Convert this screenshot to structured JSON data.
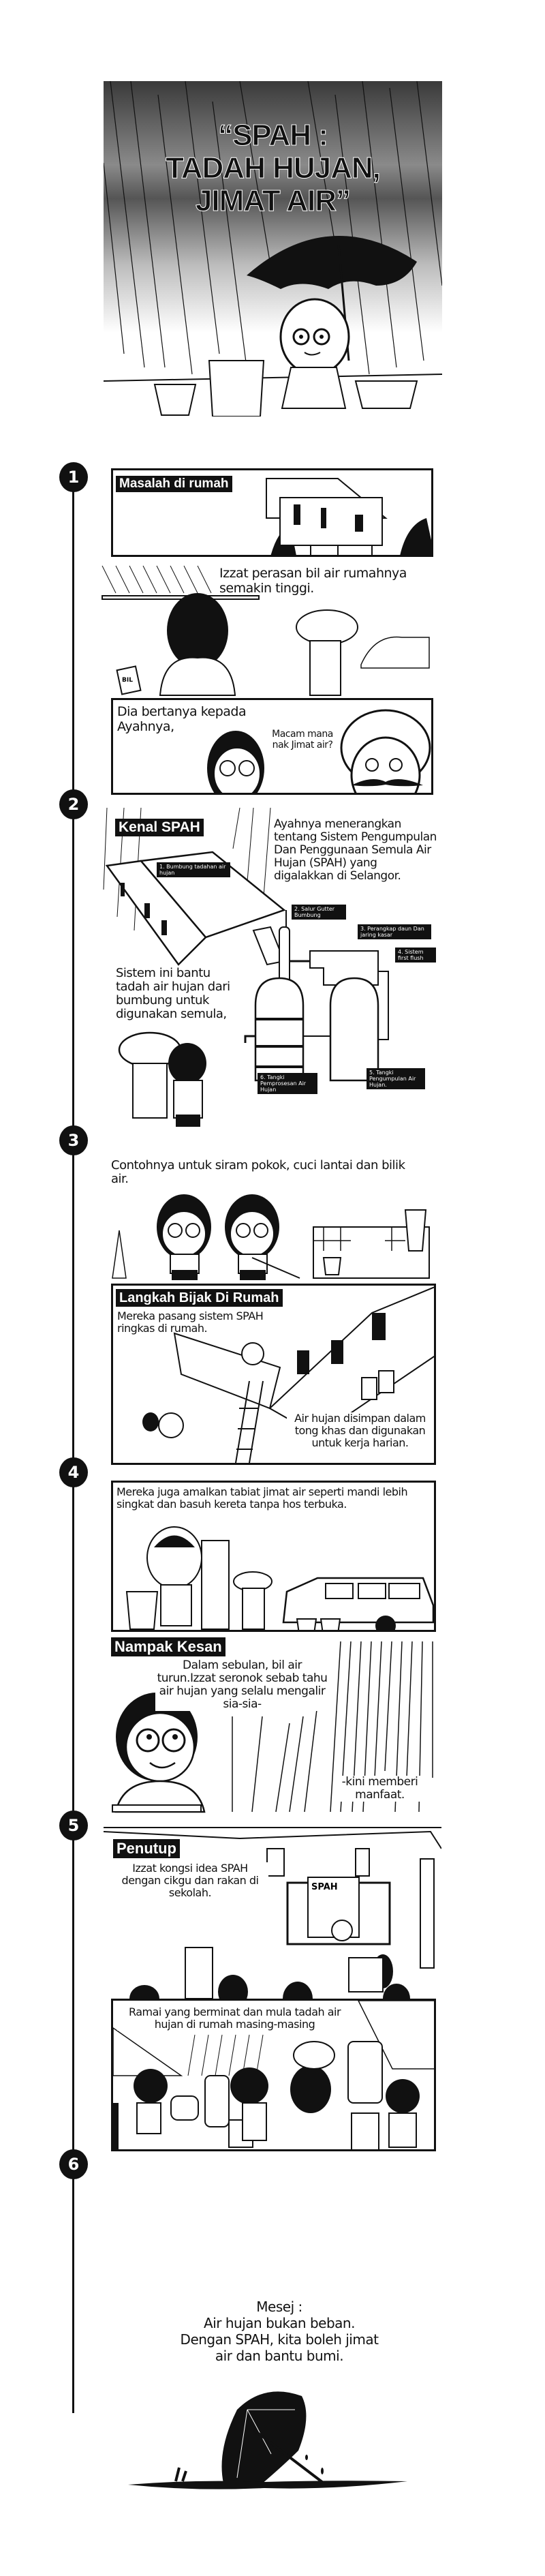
{
  "cover": {
    "title_line1": "“SPAH :",
    "title_line2": "TADAH HUJAN,",
    "title_line3": "JIMAT AIR”"
  },
  "steps": [
    "1",
    "2",
    "3",
    "4",
    "5",
    "6"
  ],
  "section1": {
    "label": "Masalah di rumah",
    "caption": "Izzat perasan bil air rumahnya semakin tinggi.",
    "bill_tag": "BIL",
    "ask_caption": "Dia bertanya kepada Ayahnya,",
    "speech": "Macam mana nak Jimat air?"
  },
  "section2": {
    "label": "Kenal SPAH",
    "explain": "Ayahnya menerangkan tentang Sistem Pengumpulan Dan Penggunaan Semula Air Hujan (SPAH) yang digalakkan di Selangor.",
    "parts": [
      "1. Bumbung tadahan air hujan",
      "2. Salur Gutter Bumbung",
      "3. Perangkap daun Dan jaring kasar",
      "4. Sistem first flush",
      "5. Tangki Pengumpulan Air Hujan.",
      "6. Tangki Pemprosesan Air Hujan"
    ],
    "system_caption": "Sistem ini bantu tadah air hujan dari bumbung untuk digunakan semula,"
  },
  "section3": {
    "examples": "Contohnya untuk siram pokok, cuci lantai dan bilik air.",
    "label": "Langkah Bijak Di Rumah",
    "install": "Mereka pasang sistem SPAH ringkas di rumah.",
    "stored": "Air hujan disimpan dalam tong khas dan digunakan untuk kerja harian."
  },
  "section4": {
    "habits": "Mereka juga amalkan tabiat jimat air seperti mandi lebih singkat dan basuh kereta tanpa hos terbuka.",
    "label": "Nampak Kesan",
    "result": "Dalam sebulan, bil air turun.Izzat seronok sebab tahu air hujan yang selalu mengalir sia-sia-",
    "benefit": "-kini memberi manfaat."
  },
  "section5": {
    "label": "Penutup",
    "share": "Izzat kongsi idea SPAH dengan cikgu dan rakan di sekolah.",
    "board": "SPAH",
    "many": "Ramai yang berminat dan mula tadah air hujan di rumah masing-masing"
  },
  "section6": {
    "heading": "Mesej :",
    "line1": "Air hujan bukan beban.",
    "line2": "Dengan SPAH, kita boleh jimat",
    "line3": "air dan bantu bumi."
  }
}
